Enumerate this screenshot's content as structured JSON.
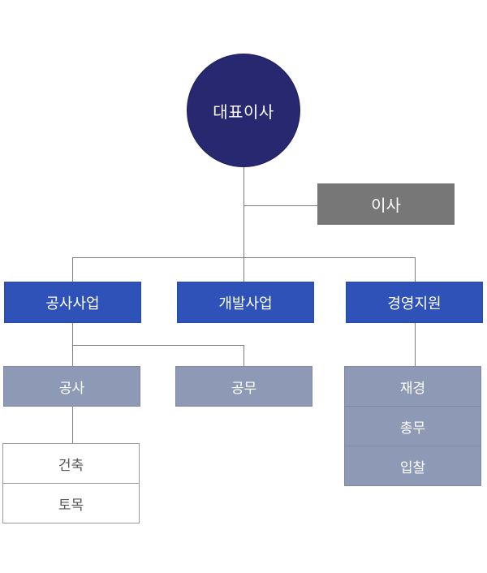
{
  "org_chart": {
    "ceo": "대표이사",
    "director": "이사",
    "departments": [
      "공사사업",
      "개발사업",
      "경영지원"
    ],
    "construction_business_teams": [
      "공사",
      "공무"
    ],
    "construction_team_units": [
      "건축",
      "토목"
    ],
    "management_support_teams": [
      "재경",
      "총무",
      "입찰"
    ]
  },
  "colors": {
    "ceo_fill": "#282871",
    "director_fill": "#777777",
    "department_fill": "#2e52b7",
    "team_fill": "#8e9ab5",
    "unit_fill": "#ffffff",
    "connector": "#7c7c7c"
  }
}
